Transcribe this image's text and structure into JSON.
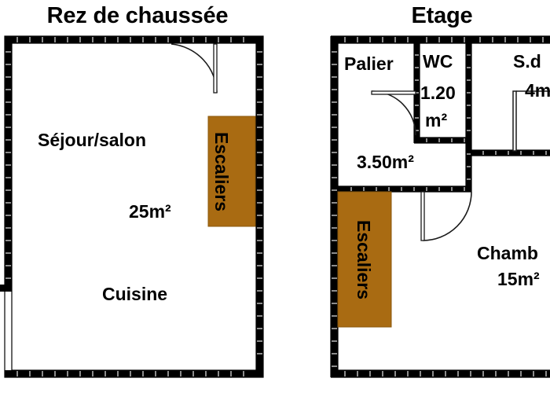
{
  "plans": [
    {
      "id": "ground-floor",
      "title": "Rez de chaussée",
      "rooms": [
        {
          "name": "Séjour/salon",
          "area": "25m²"
        },
        {
          "name": "Cuisine",
          "area": ""
        }
      ],
      "stairs_label": "Escaliers"
    },
    {
      "id": "upper-floor",
      "title": "Etage",
      "rooms": [
        {
          "name": "Palier",
          "area": "3.50m²"
        },
        {
          "name": "WC",
          "area_line1": "1.20",
          "area_line2": "m²"
        },
        {
          "name": "S.d",
          "area": "4m"
        },
        {
          "name": "Chamb",
          "area": "15m²"
        }
      ],
      "stairs_label": "Escaliers"
    }
  ],
  "labels": {
    "title_rdc": "Rez de chaussée",
    "title_etage": "Etage",
    "sejour": "Séjour/salon",
    "sejour_area": "25m²",
    "cuisine": "Cuisine",
    "palier": "Palier",
    "palier_area": "3.50m²",
    "wc": "WC",
    "wc_area_1": "1.20",
    "wc_area_2": "m²",
    "sdb": "S.d",
    "sdb_area": "4m",
    "chambre": "Chamb",
    "chambre_area": "15m²",
    "escaliers_rdc": "Escaliers",
    "escaliers_etage": "Escaliers"
  },
  "colors": {
    "stairs_fill": "#a96b12",
    "wall": "#000000",
    "background": "#ffffff",
    "door_line": "#1a1a1a"
  }
}
